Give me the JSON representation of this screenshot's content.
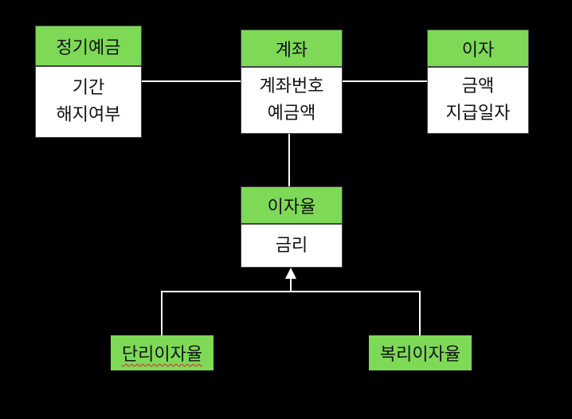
{
  "diagram": {
    "boxes": [
      {
        "id": "fixed-deposit",
        "title": "정기예금",
        "attributes": [
          "기간",
          "해지여부"
        ]
      },
      {
        "id": "account",
        "title": "계좌",
        "attributes": [
          "계좌번호",
          "예금액"
        ]
      },
      {
        "id": "interest",
        "title": "이자",
        "attributes": [
          "금액",
          "지급일자"
        ]
      },
      {
        "id": "interest-rate",
        "title": "이자율",
        "attributes": [
          "금리"
        ]
      }
    ],
    "subtypes": [
      {
        "id": "simple-rate",
        "label": "단리이자율"
      },
      {
        "id": "compound-rate",
        "label": "복리이자율"
      }
    ],
    "colors": {
      "header": "#7ed957",
      "body": "#ffffff",
      "background": "#000000",
      "line": "#ffffff"
    }
  }
}
